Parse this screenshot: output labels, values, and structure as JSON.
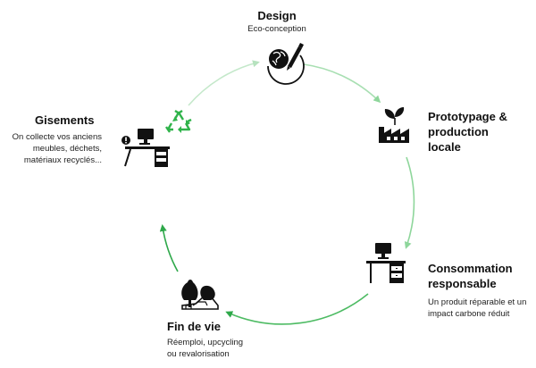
{
  "stages": {
    "design": {
      "title": "Design",
      "description": "Eco-conception"
    },
    "prototypage": {
      "title_line1": "Prototypage &",
      "title_line2": "production",
      "title_line3": "locale"
    },
    "consommation": {
      "title_line1": "Consommation",
      "title_line2": "responsable",
      "desc_line1": "Un produit réparable et un",
      "desc_line2": "impact carbone réduit"
    },
    "fin_de_vie": {
      "title": "Fin de vie",
      "desc_line1": "Réemploi, upcycling",
      "desc_line2": "ou revalorisation"
    },
    "gisements": {
      "title": "Gisements",
      "desc_line1": "On collecte vos anciens",
      "desc_line2": "meubles, déchets,",
      "desc_line3": "matériaux recyclés..."
    }
  },
  "colors": {
    "arrow_light": "#b6e2be",
    "arrow_mid": "#7fd08e",
    "arrow_dark": "#2ea84a",
    "recycle_green": "#2fb34a",
    "icon": "#111111"
  }
}
